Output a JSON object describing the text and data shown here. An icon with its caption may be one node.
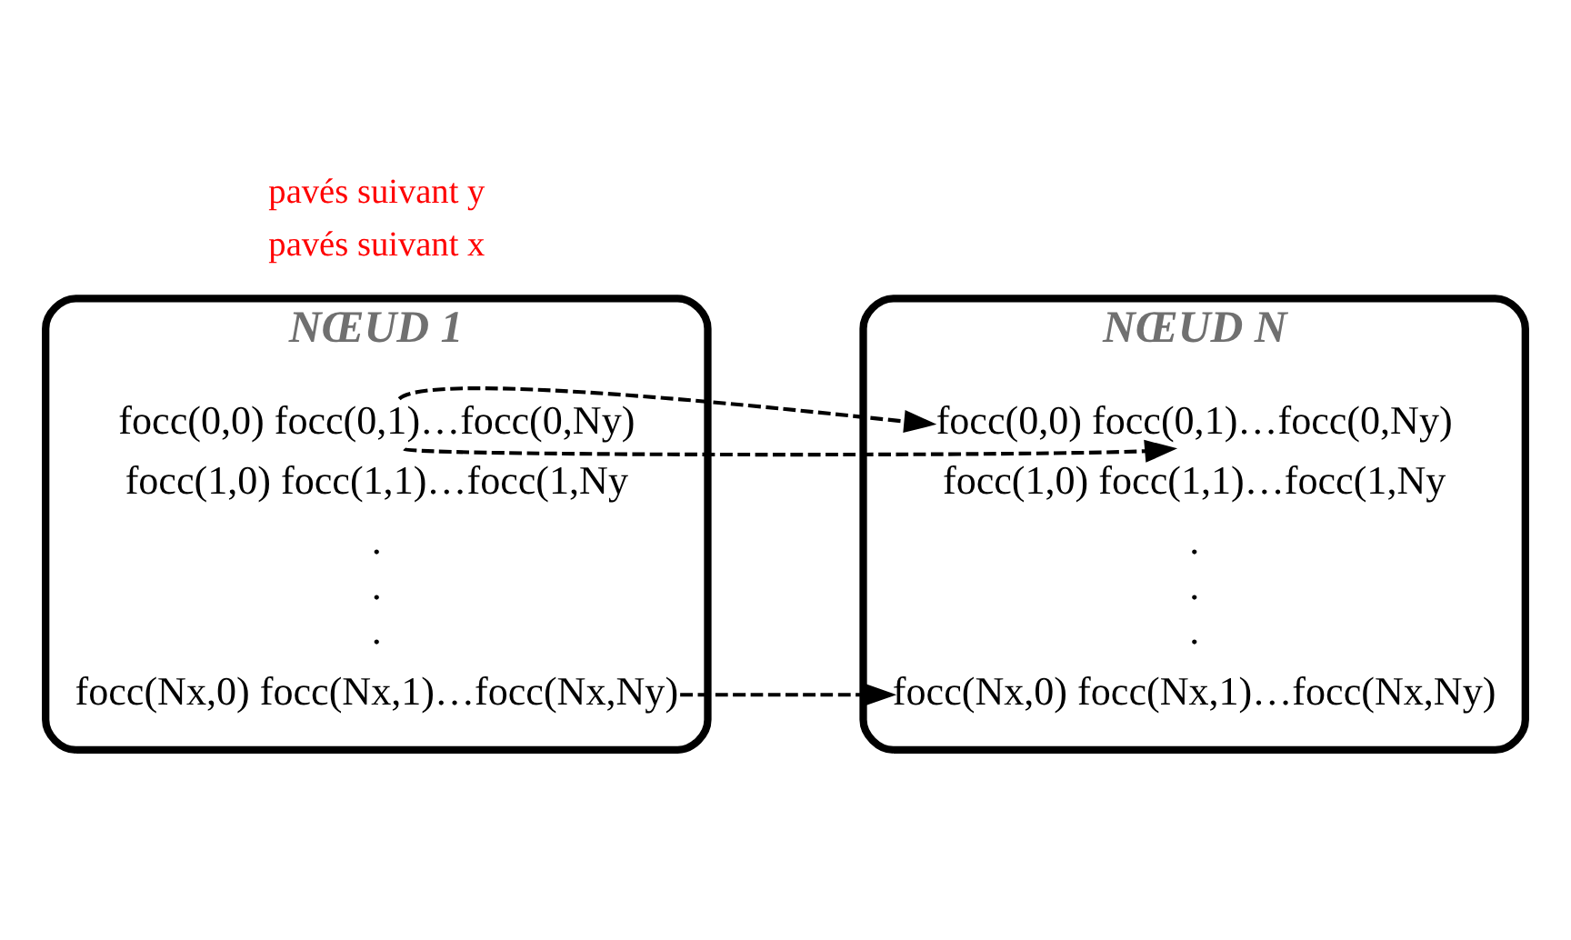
{
  "diagram": {
    "nodes": [
      {
        "text": [
          "NŒUD 1"
        ]
      },
      {
        "text": [
          "focc(0,0) focc(0,1)…focc(0,Ny)"
        ],
        "in": 0
      },
      {
        "text": [
          "focc(1,0) focc(1,1)…focc(1,Ny"
        ],
        "in": 0
      },
      {
        "text": [
          ".",
          ".",
          "."
        ],
        "in": 0
      },
      {
        "text": [
          "focc(Nx,0) focc(Nx,1)…focc(Nx,Ny)"
        ],
        "in": 0
      },
      {
        "text": [
          "NŒUD N"
        ]
      },
      {
        "text": [
          "focc(0,0) focc(0,1)…focc(0,Ny)"
        ],
        "in": 5
      },
      {
        "text": [
          "focc(1,0) focc(1,1)…focc(1,Ny"
        ],
        "in": 5
      },
      {
        "text": [
          ".",
          ".",
          "."
        ],
        "in": 5
      },
      {
        "text": [
          "focc(Nx,0) focc(Nx,1)…focc(Nx,Ny)"
        ],
        "in": 5
      }
    ],
    "edges": [
      {
        "from": 1,
        "to": 6,
        "arrow": "to",
        "style": "dashed"
      },
      {
        "from": 1,
        "to": 6,
        "arrow": "to",
        "style": "dashed"
      },
      {
        "from": 4,
        "to": 9,
        "arrow": "to",
        "style": "dashed"
      }
    ],
    "labels": [
      "pavés suivant x",
      "pavés suivant y"
    ]
  }
}
